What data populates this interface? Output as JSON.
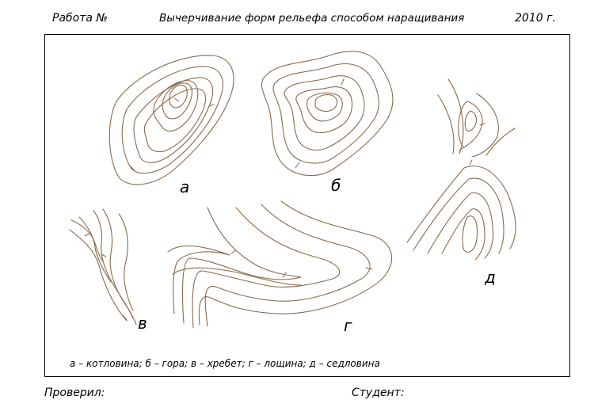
{
  "header": {
    "work_label": "Работа №",
    "title": "Вычерчивание форм рельефа способом наращивания",
    "year": "2010 г."
  },
  "figures": {
    "a": {
      "label": "а"
    },
    "b": {
      "label": "б"
    },
    "v": {
      "label": "в"
    },
    "g": {
      "label": "г"
    },
    "d": {
      "label": "д"
    }
  },
  "legend": "а – котловина; б – гора; в – хребет; г – лощина; д – седловина",
  "footer": {
    "checked_label": "Проверил:",
    "student_label": "Студент:"
  },
  "colors": {
    "contour": "#8a6a48",
    "frame": "#000000"
  }
}
